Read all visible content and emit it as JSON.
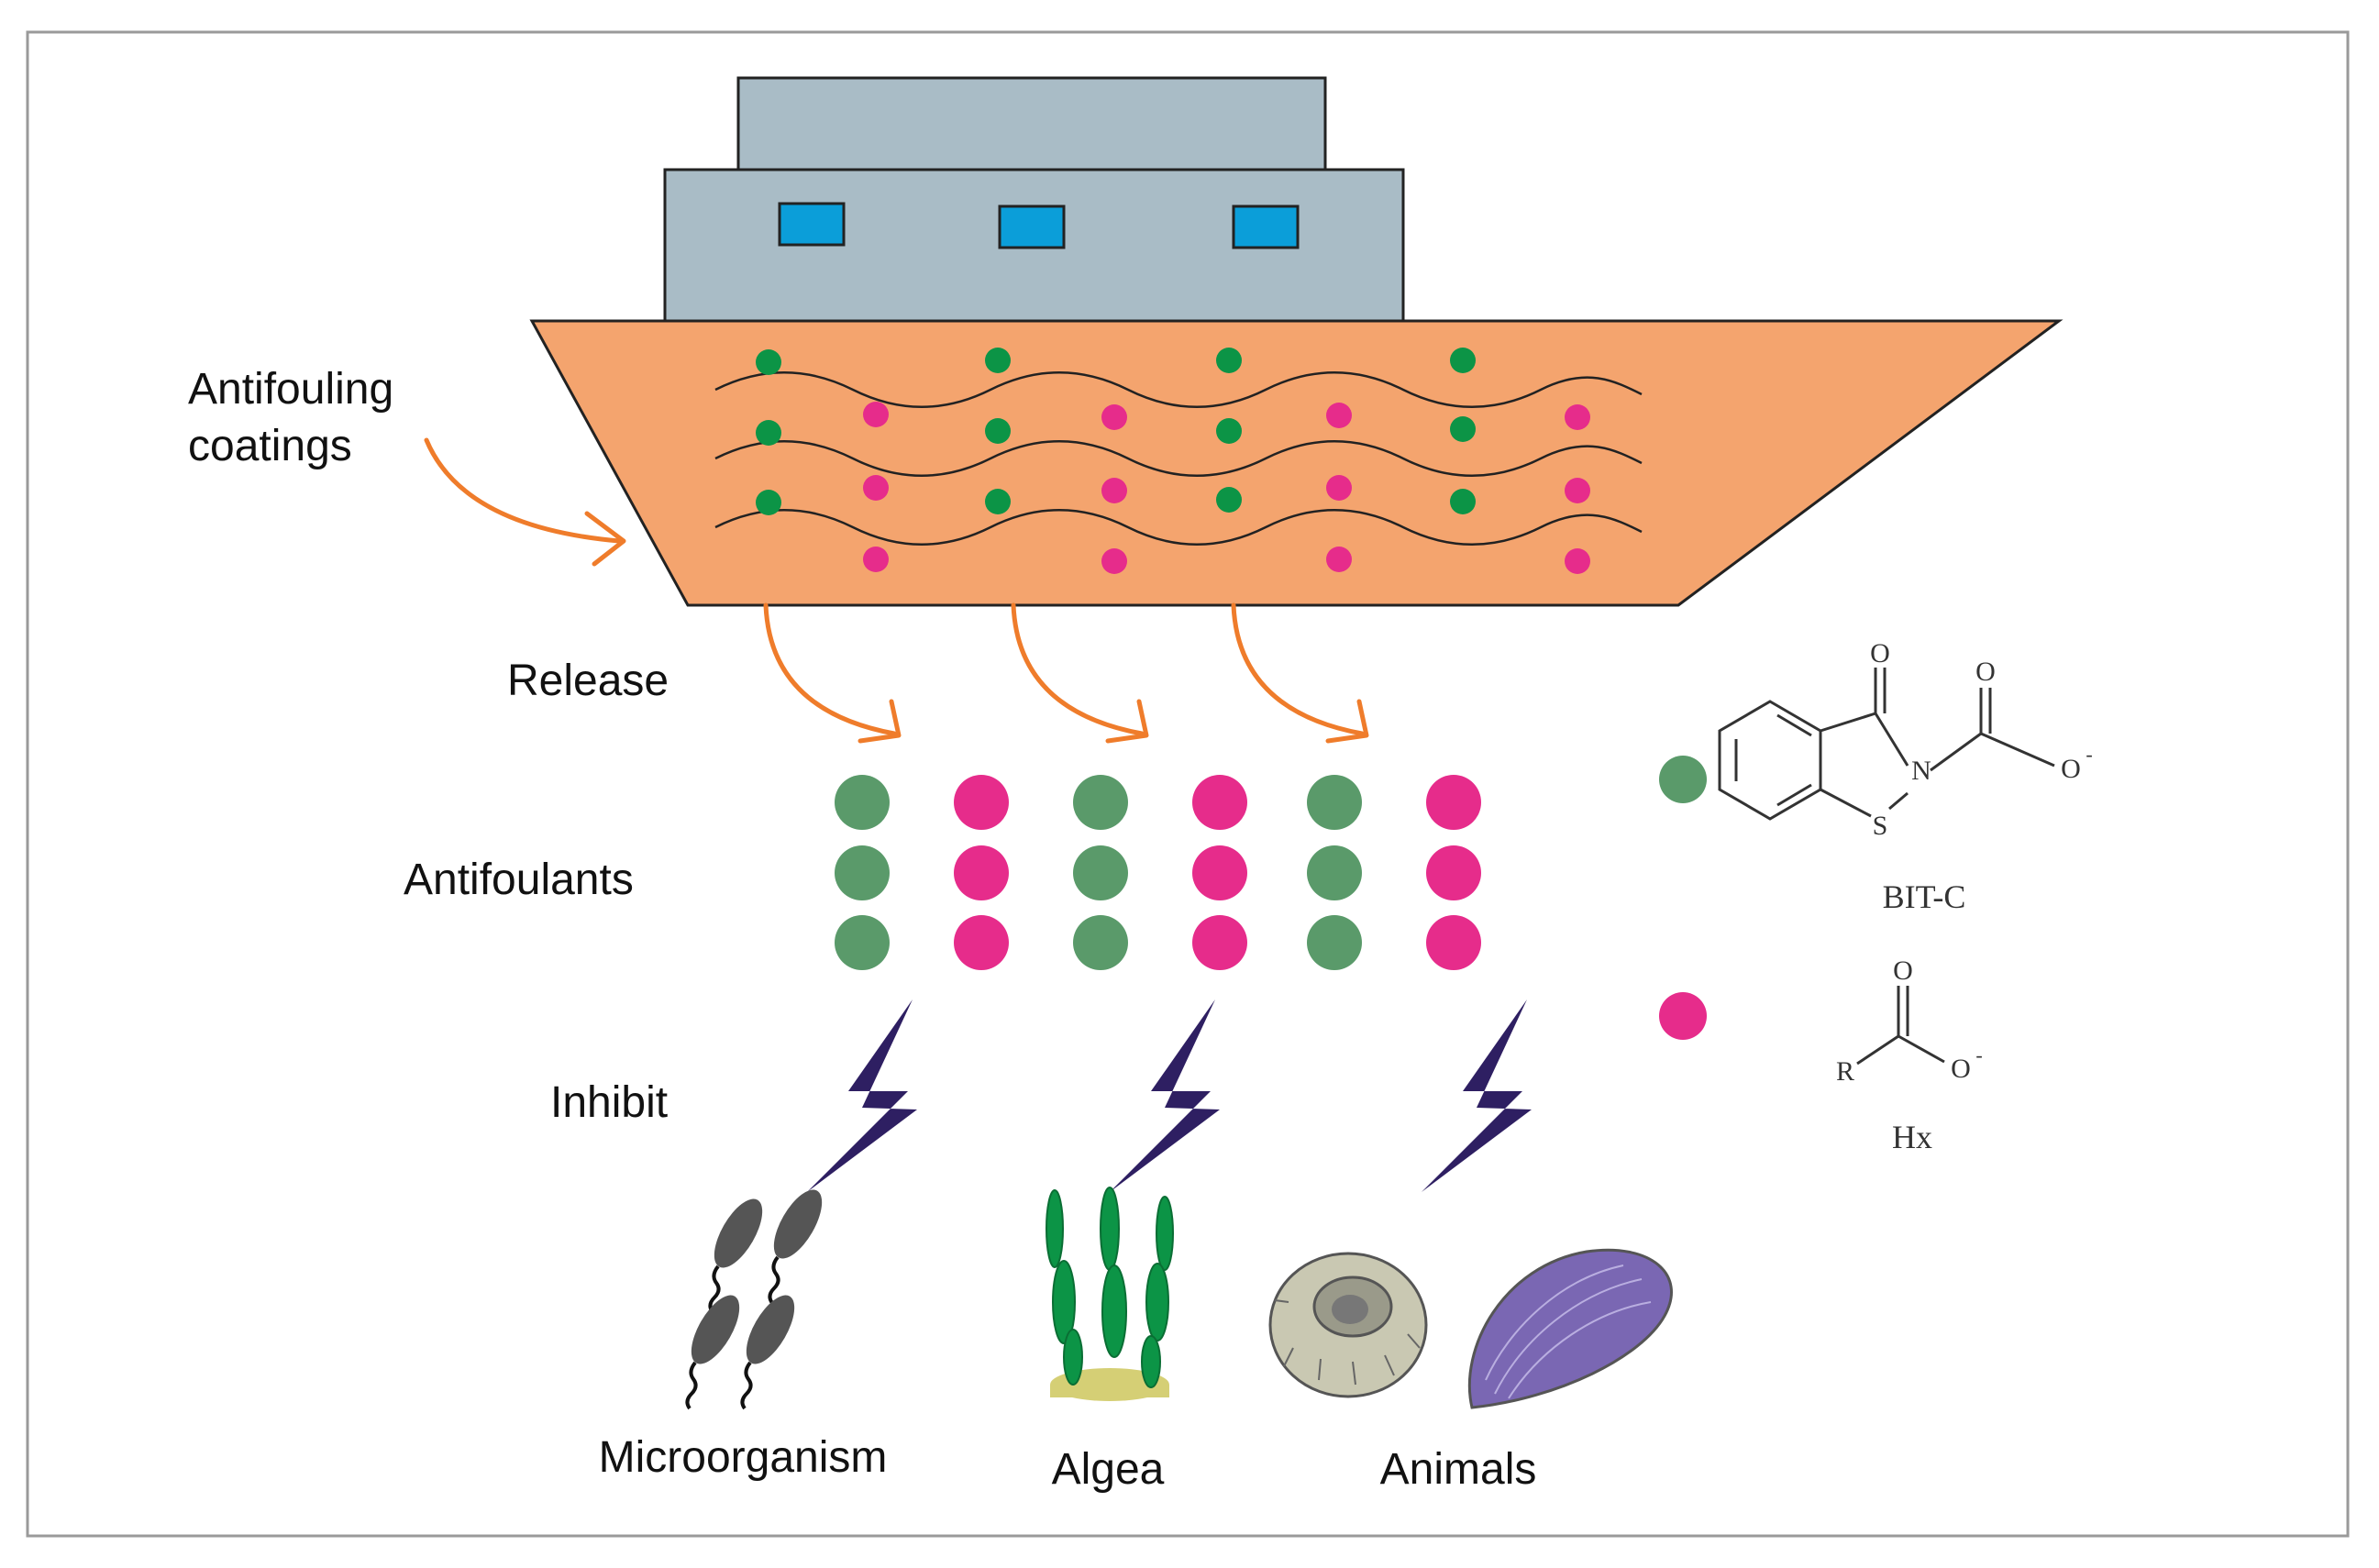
{
  "labels": {
    "coatings_line1": "Antifouling",
    "coatings_line2": "coatings",
    "release": "Release",
    "antifoulants": "Antifoulants",
    "inhibit": "Inhibit"
  },
  "targets": [
    {
      "label": "Microorganism",
      "icon": "bacteria-icon"
    },
    {
      "label": "Algea",
      "icon": "algae-icon"
    },
    {
      "label": "Animals",
      "icon": "barnacle-and-mussel-icon"
    }
  ],
  "legend": [
    {
      "label": "BIT-C",
      "color": "#5a9a6a",
      "structure": "benzisothiazolinone-carboxylate-structure"
    },
    {
      "label": "Hx",
      "color": "#e62c8b",
      "structure": "carboxylate-structure"
    }
  ],
  "chem_atoms": {
    "bit_c": {
      "o_top": "O",
      "o_acid": "O",
      "o_minus": "O",
      "charge": "-",
      "n": "N",
      "s": "S"
    },
    "hx": {
      "o_top": "O",
      "r": "R",
      "o_minus": "O",
      "charge": "-"
    }
  },
  "colors": {
    "hull": "#f4a46e",
    "hull_outline": "#222222",
    "superstructure": "#a9bcc6",
    "window": "#0b9ed9",
    "arrow": "#ef7c2b",
    "bolt": "#2e1f62",
    "green": "#5a9a6a",
    "dark_green": "#0c9446",
    "pink": "#e62c8b",
    "organism": "#555555"
  }
}
